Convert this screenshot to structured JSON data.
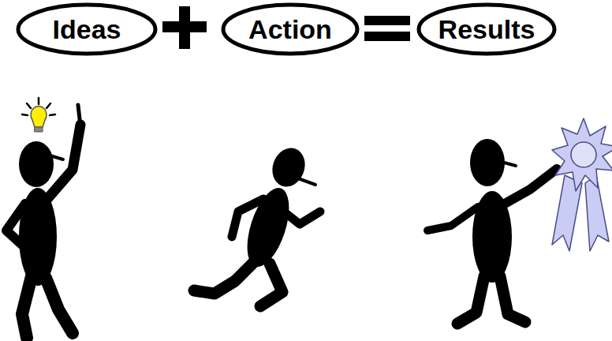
{
  "diagram": {
    "nodes": [
      {
        "text": [
          "Ideas"
        ]
      },
      {
        "text": [
          "Action"
        ]
      },
      {
        "text": [
          "Results"
        ]
      }
    ]
  }
}
